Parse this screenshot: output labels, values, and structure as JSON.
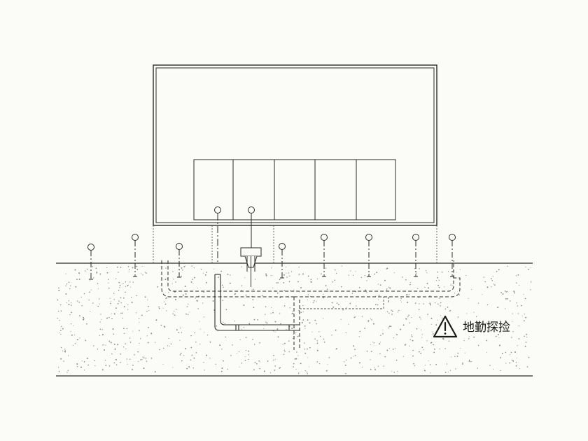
{
  "diagram": {
    "warning": {
      "icon": "warning-triangle-icon",
      "label": "地勤探捡"
    },
    "colors": {
      "background": "#fbfbf7",
      "line": "#2a2a2a",
      "dashed": "#555555",
      "soil_dot": "#8a8a8a"
    },
    "sensor_count": 10,
    "panel_count": 5
  }
}
